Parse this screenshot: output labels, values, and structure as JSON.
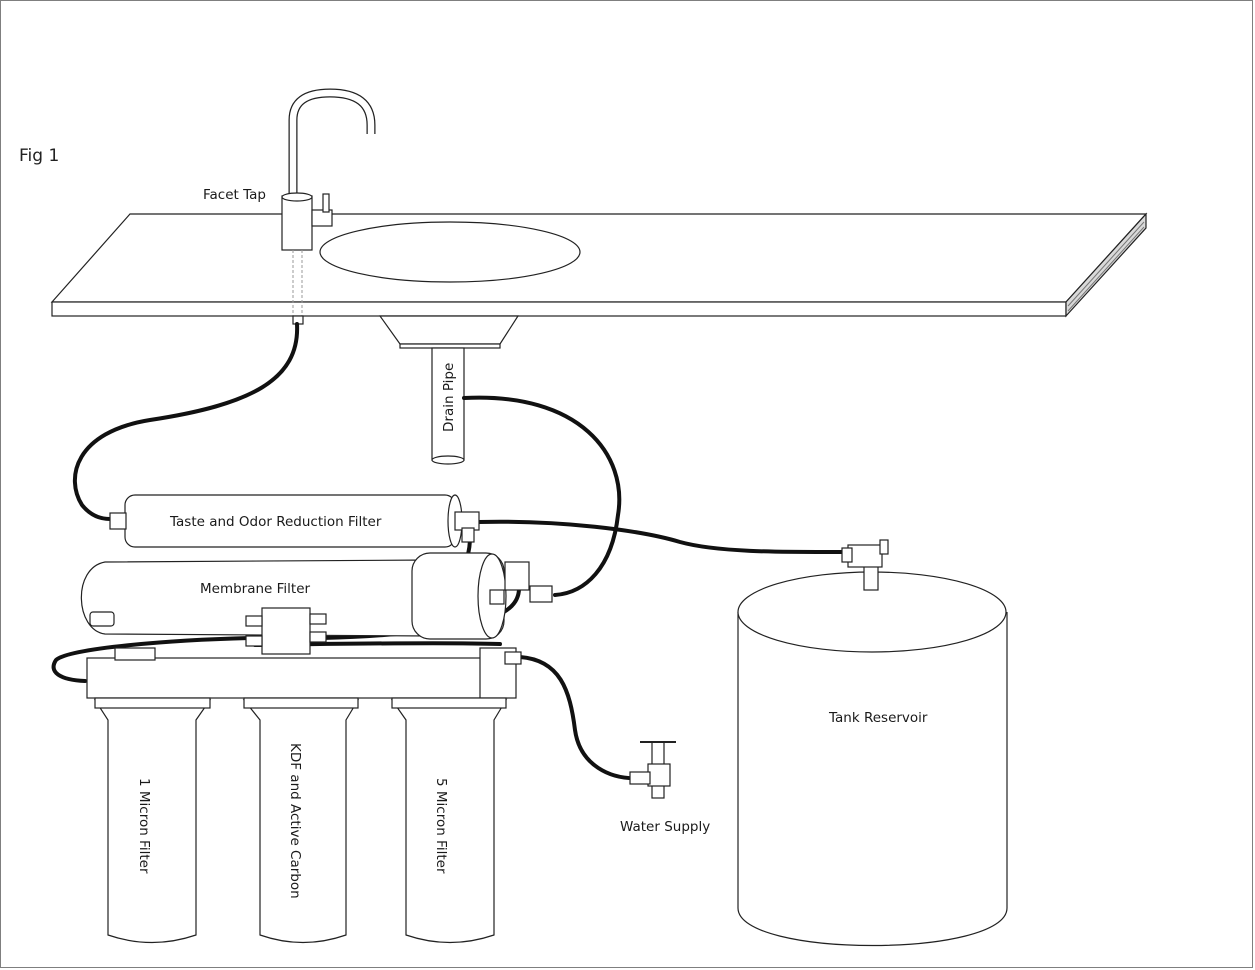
{
  "figure": {
    "label": "Fig 1",
    "labels": {
      "tap": "Facet Tap",
      "drain": "Drain Pipe",
      "taste_filter": "Taste and Odor Reduction Filter",
      "membrane": "Membrane Filter",
      "micron1": "1 Micron Filter",
      "kdf": "KDF and Active Carbon",
      "micron5": "5 Micron Filter",
      "water_supply": "Water Supply",
      "tank": "Tank Reservoir"
    }
  }
}
